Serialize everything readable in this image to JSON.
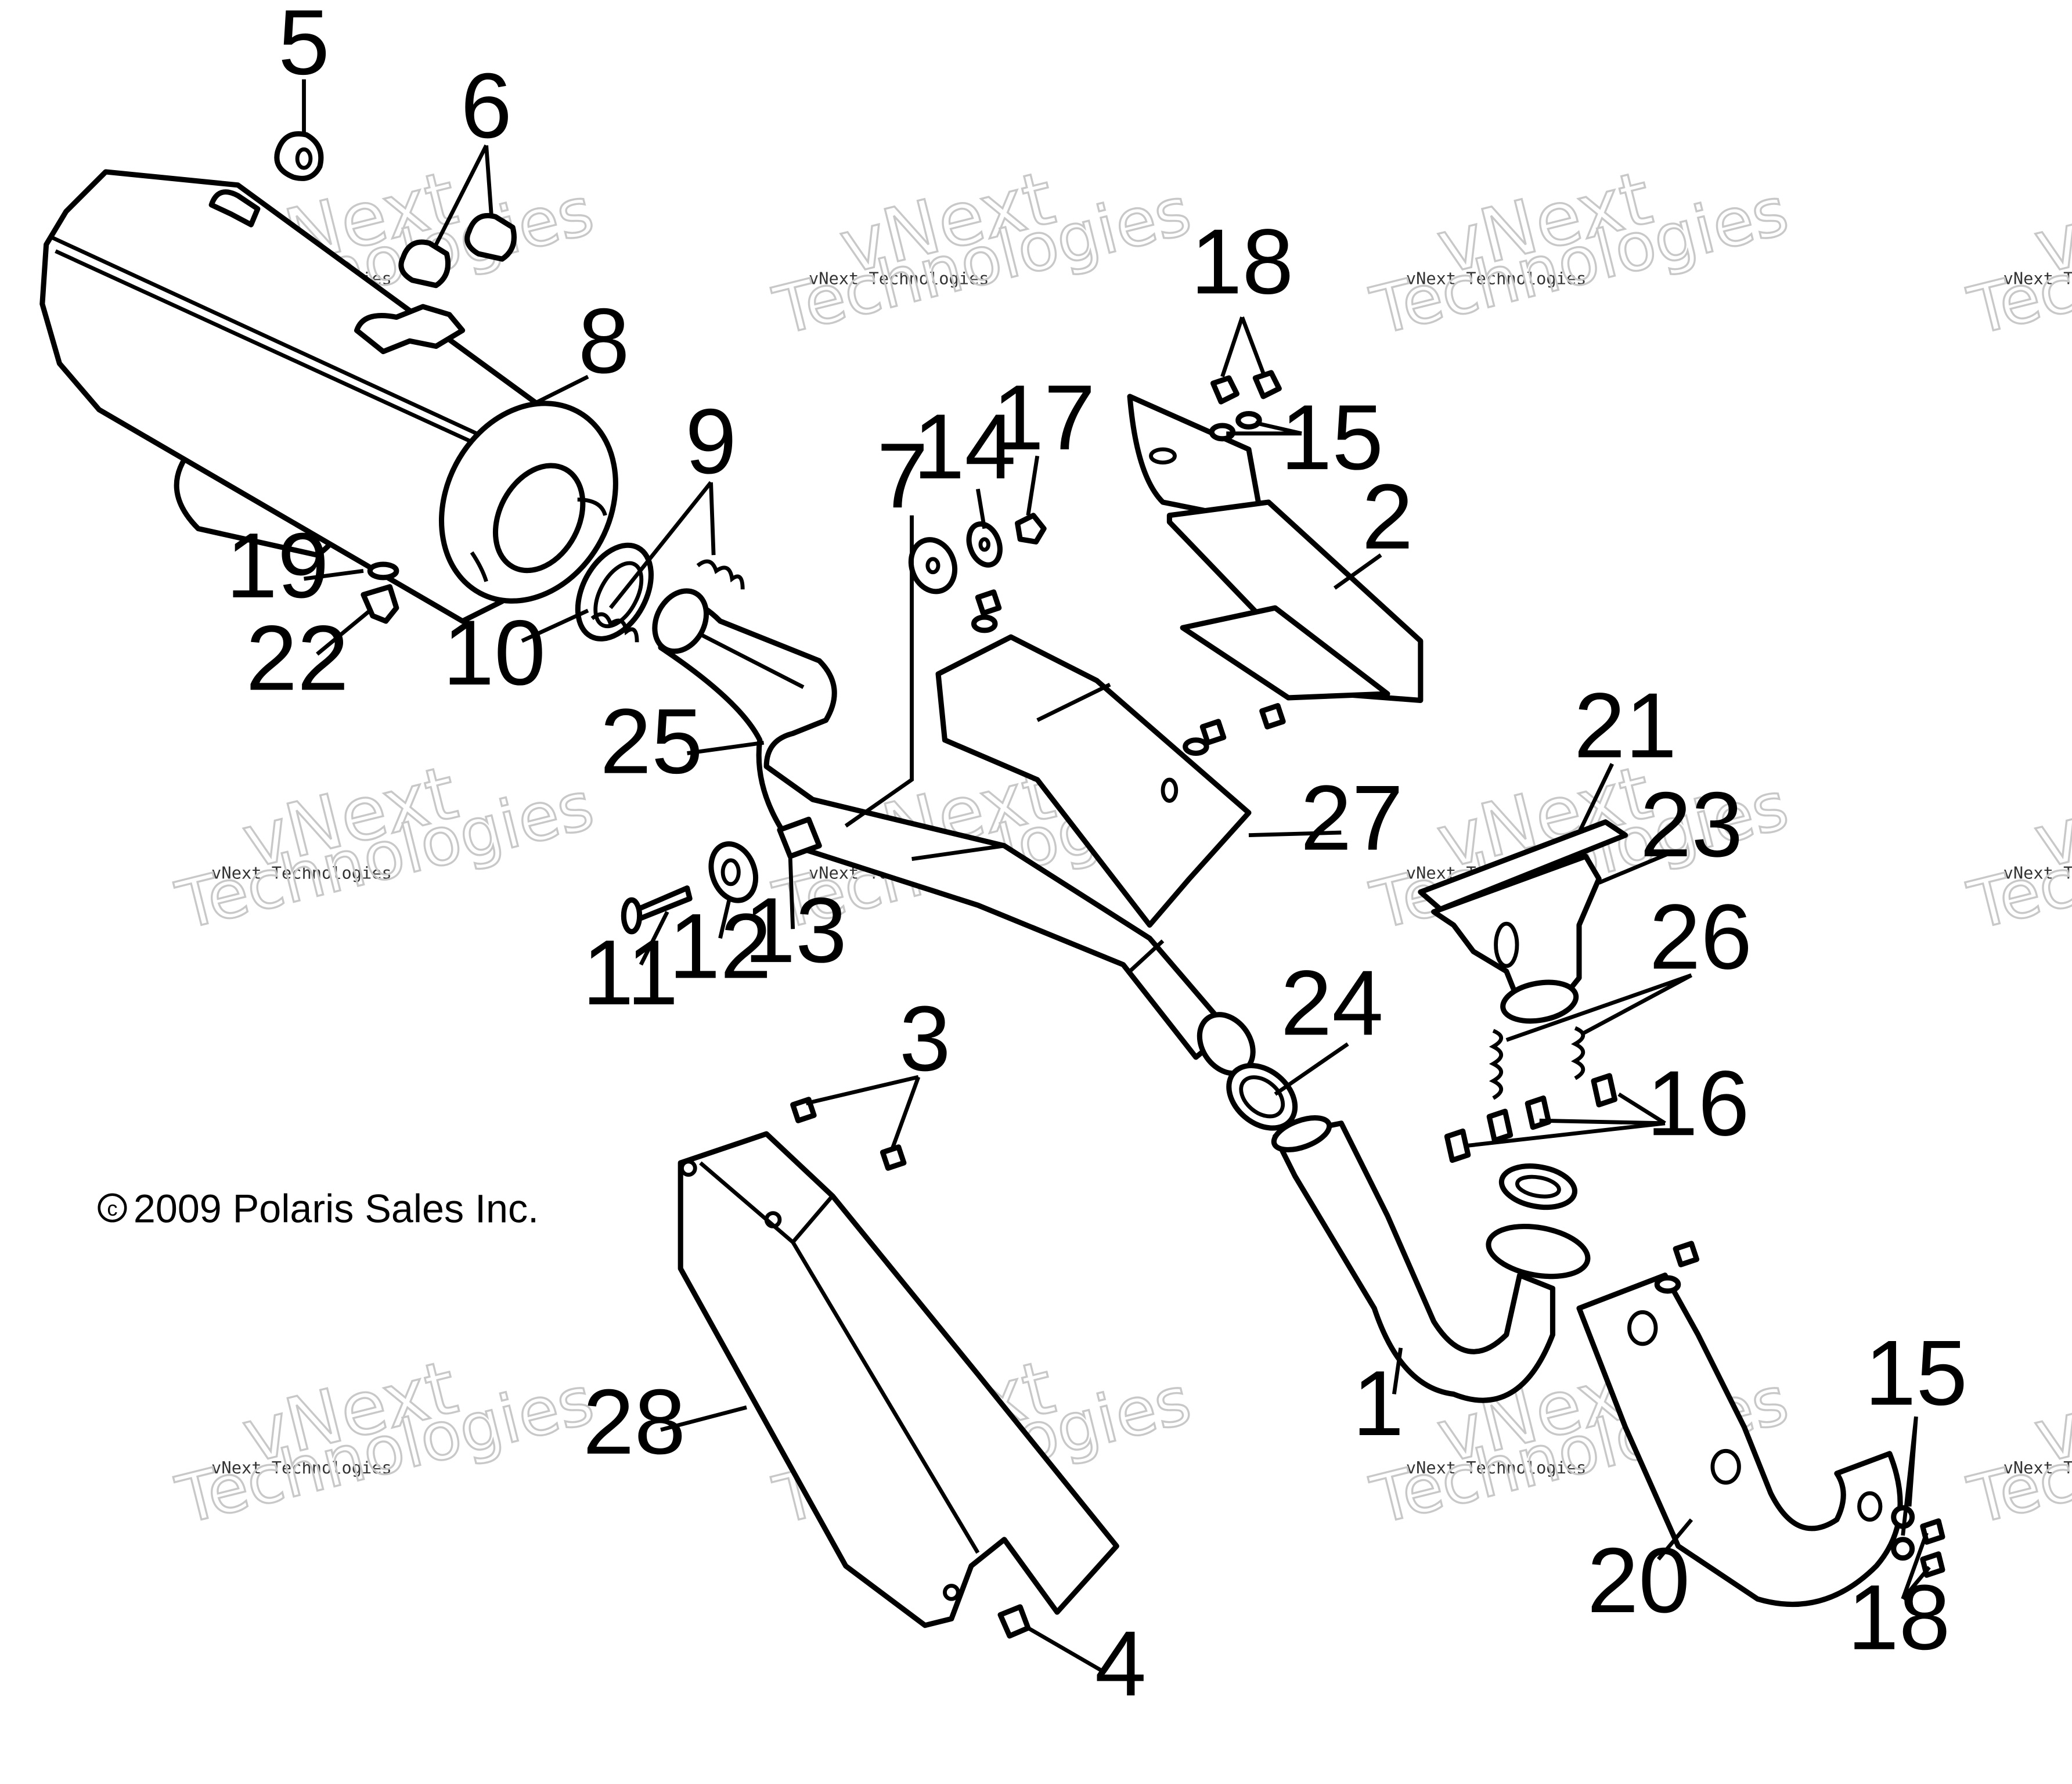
{
  "callouts": {
    "c1": "1",
    "c2": "2",
    "c3": "3",
    "c4": "4",
    "c5": "5",
    "c6": "6",
    "c7": "7",
    "c8": "8",
    "c9": "9",
    "c10": "10",
    "c11": "11",
    "c12": "12",
    "c13": "13",
    "c14": "14",
    "c15a": "15",
    "c15b": "15",
    "c16": "16",
    "c17": "17",
    "c18a": "18",
    "c18b": "18",
    "c19": "19",
    "c20": "20",
    "c21": "21",
    "c22": "22",
    "c23": "23",
    "c24": "24",
    "c25": "25",
    "c26": "26",
    "c27": "27",
    "c28": "28"
  },
  "copyright": {
    "symbol": "c",
    "text": "2009 Polaris Sales Inc."
  },
  "watermark": {
    "line1": "vNext Technologies",
    "outline_top": "vNext",
    "outline_bottom": "Technologies"
  }
}
